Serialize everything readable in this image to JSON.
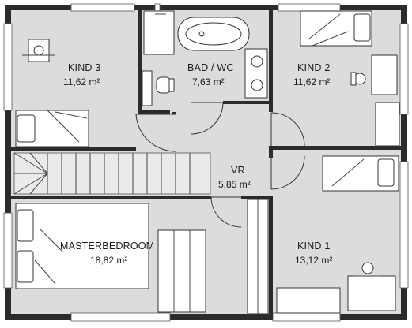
{
  "rooms": {
    "kind3": {
      "name": "KIND 3",
      "area": "11,62 m²"
    },
    "bad": {
      "name": "BAD / WC",
      "area": "7,63 m²"
    },
    "kind2": {
      "name": "KIND 2",
      "area": "11,62 m²"
    },
    "vr": {
      "name": "VR",
      "area": "5,85 m²"
    },
    "master": {
      "name": "MASTERBEDROOM",
      "area": "18,82 m²"
    },
    "kind1": {
      "name": "KIND 1",
      "area": "13,12 m²"
    }
  },
  "colors": {
    "floor": "#dcdcdc",
    "wall": "#2b2b2b",
    "window": "#ffffff"
  }
}
